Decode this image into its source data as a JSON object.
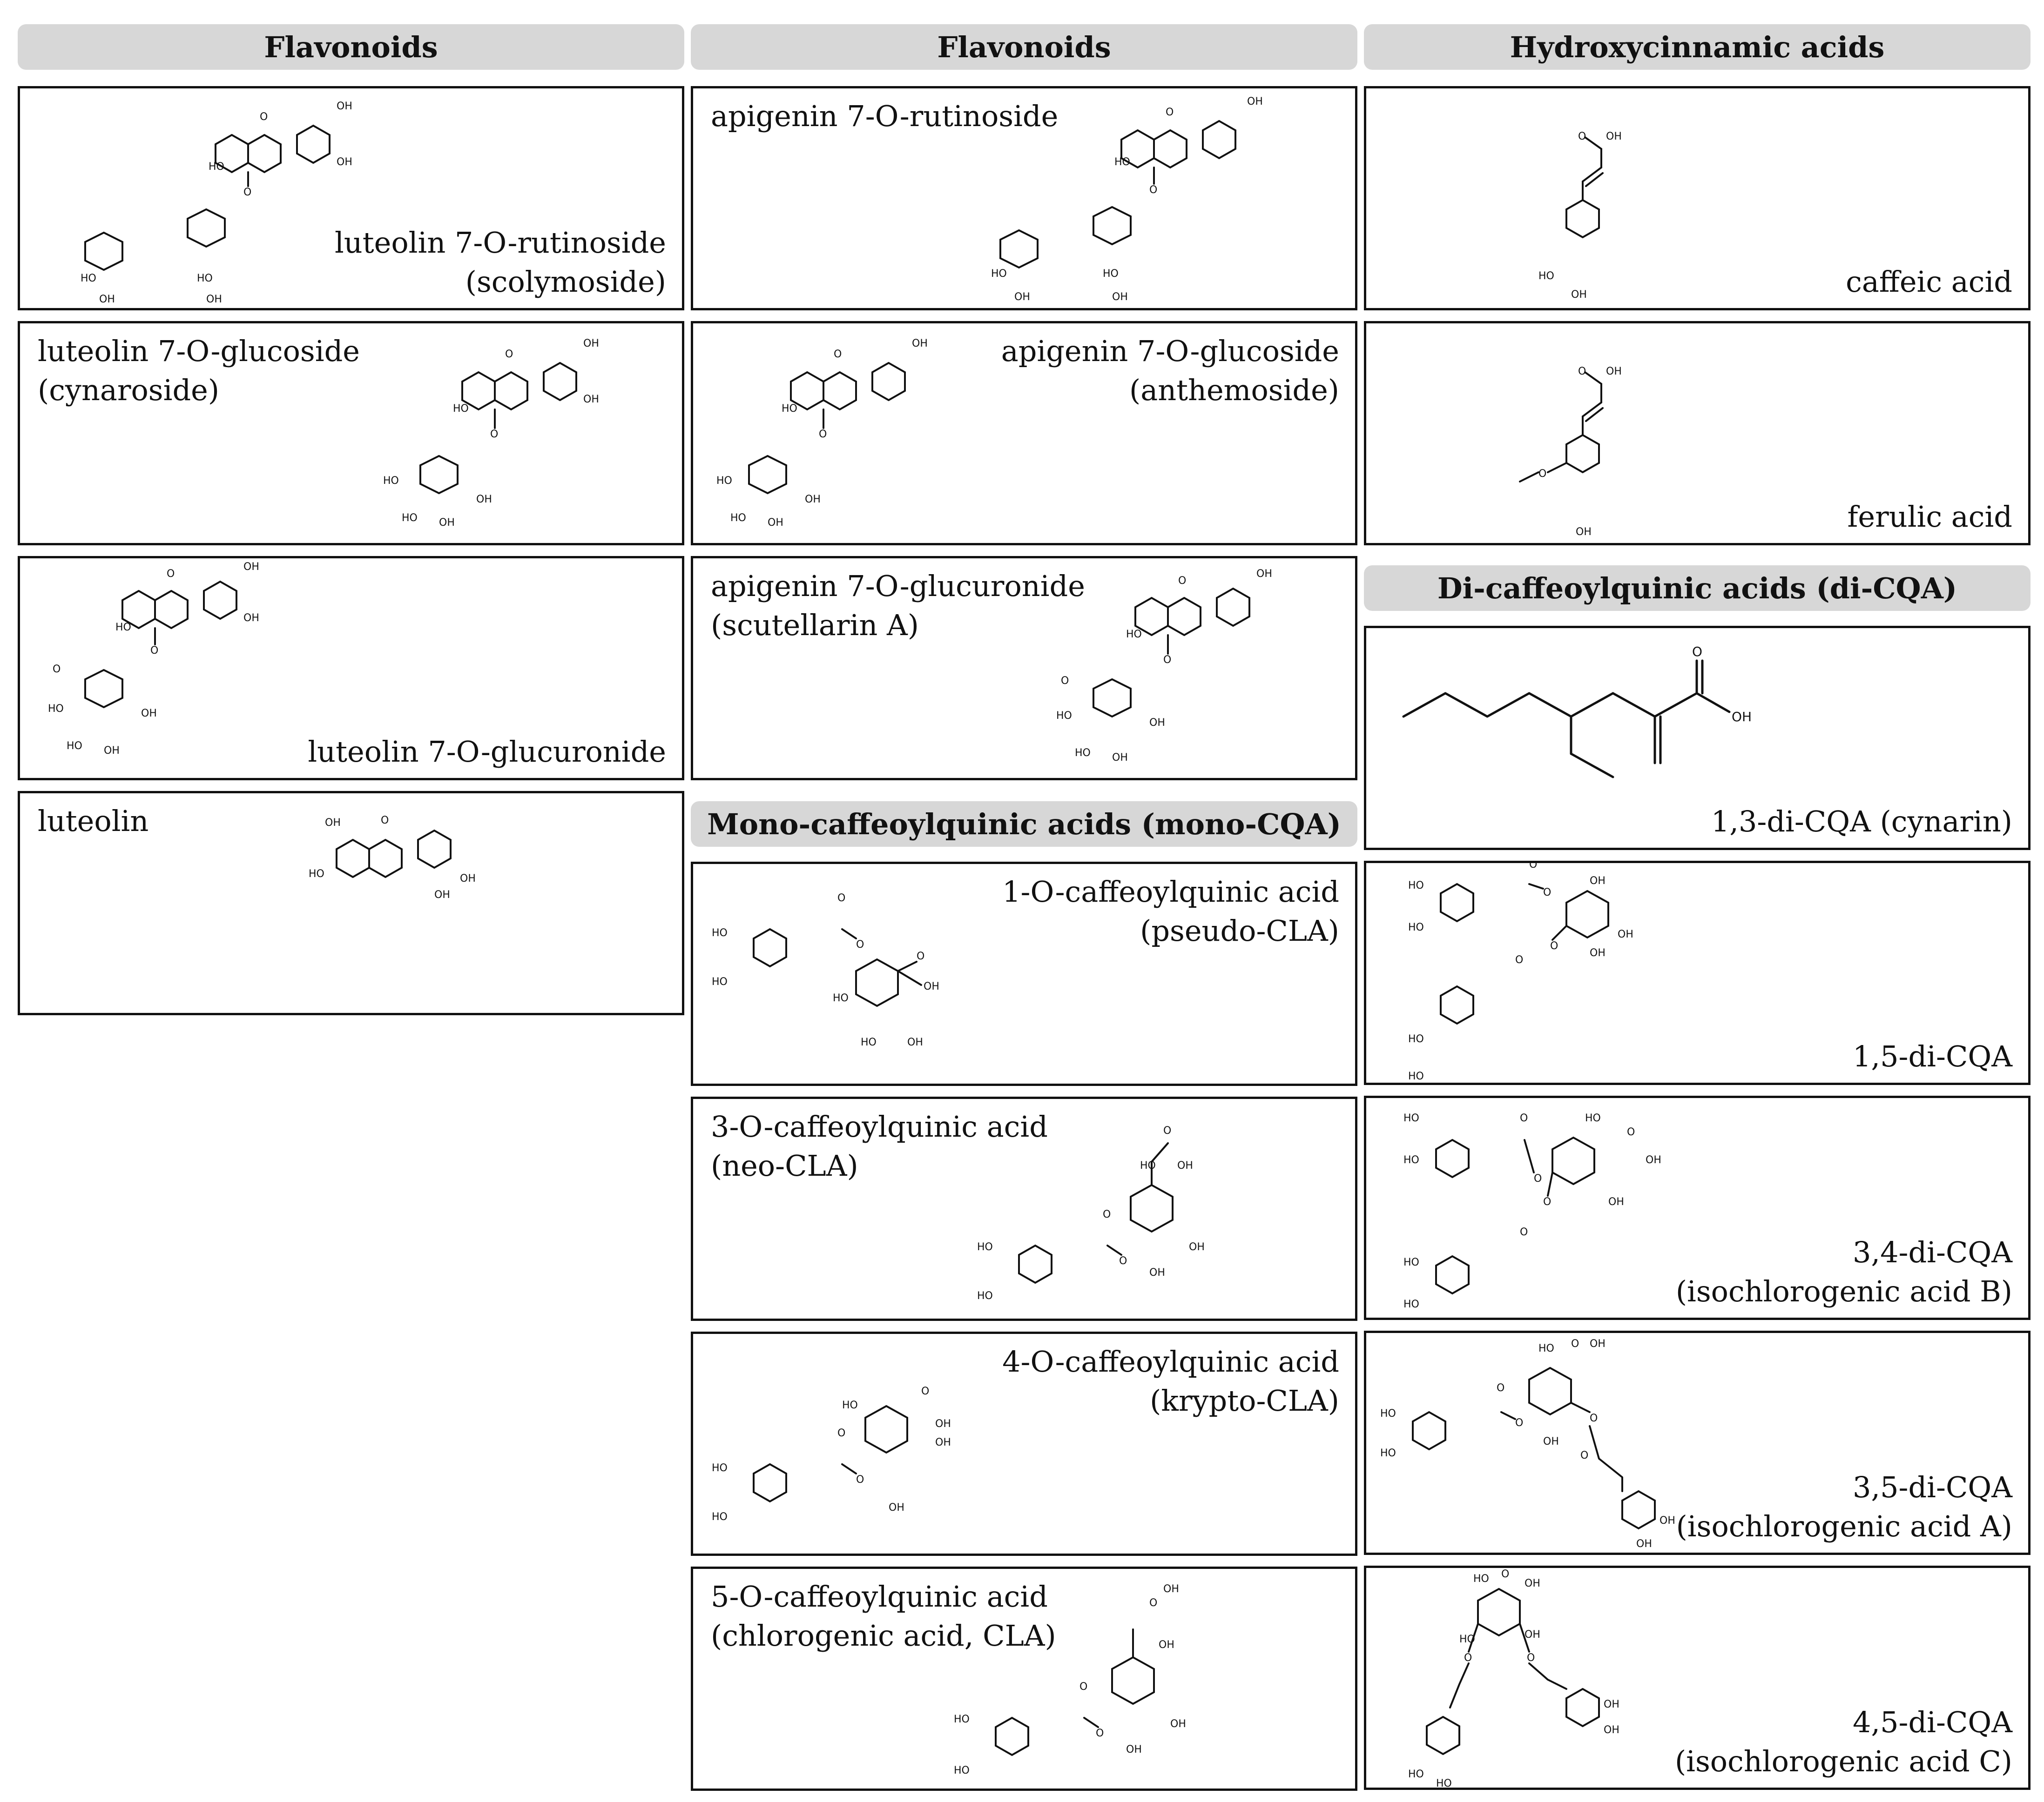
{
  "headers": {
    "col1": "Flavonoids",
    "col2": "Flavonoids",
    "col3": "Hydroxycinnamic acids",
    "mono_cqa": "Mono-caffeoylquinic acids (mono-CQA)",
    "di_cqa": "Di-caffeoylquinic acids (di-CQA)"
  },
  "compounds": {
    "lut_rut": {
      "line1": "luteolin 7-O-rutinoside",
      "line2": "(scolymoside)"
    },
    "lut_glc": {
      "line1": "luteolin 7-O-glucoside",
      "line2": "(cynaroside)"
    },
    "lut_glcA": {
      "line1": "luteolin 7-O-glucuronide"
    },
    "lut": {
      "line1": "luteolin"
    },
    "api_rut": {
      "line1": "apigenin 7-O-rutinoside"
    },
    "api_glc": {
      "line1": "apigenin 7-O-glucoside",
      "line2": "(anthemoside)"
    },
    "api_glcA": {
      "line1": "apigenin 7-O-glucuronide",
      "line2": "(scutellarin A)"
    },
    "cqa1": {
      "line1": "1-O-caffeoylquinic acid",
      "line2": "(pseudo-CLA)"
    },
    "cqa3": {
      "line1": "3-O-caffeoylquinic acid",
      "line2": "(neo-CLA)"
    },
    "cqa4": {
      "line1": "4-O-caffeoylquinic acid",
      "line2": "(krypto-CLA)"
    },
    "cqa5": {
      "line1": "5-O-caffeoylquinic acid",
      "line2": "(chlorogenic acid, CLA)"
    },
    "caffeic": {
      "line1": "caffeic acid"
    },
    "ferulic": {
      "line1": "ferulic acid"
    },
    "dicqa13": {
      "line1": "1,3-di-CQA (cynarin)"
    },
    "dicqa15": {
      "line1": "1,5-di-CQA"
    },
    "dicqa34": {
      "line1": "3,4-di-CQA",
      "line2": "(isochlorogenic acid B)"
    },
    "dicqa35": {
      "line1": "3,5-di-CQA",
      "line2": "(isochlorogenic acid A)"
    },
    "dicqa45": {
      "line1": "4,5-di-CQA",
      "line2": "(isochlorogenic acid C)"
    }
  },
  "atom_labels": {
    "oh": "OH",
    "ho": "HO",
    "o": "O"
  }
}
